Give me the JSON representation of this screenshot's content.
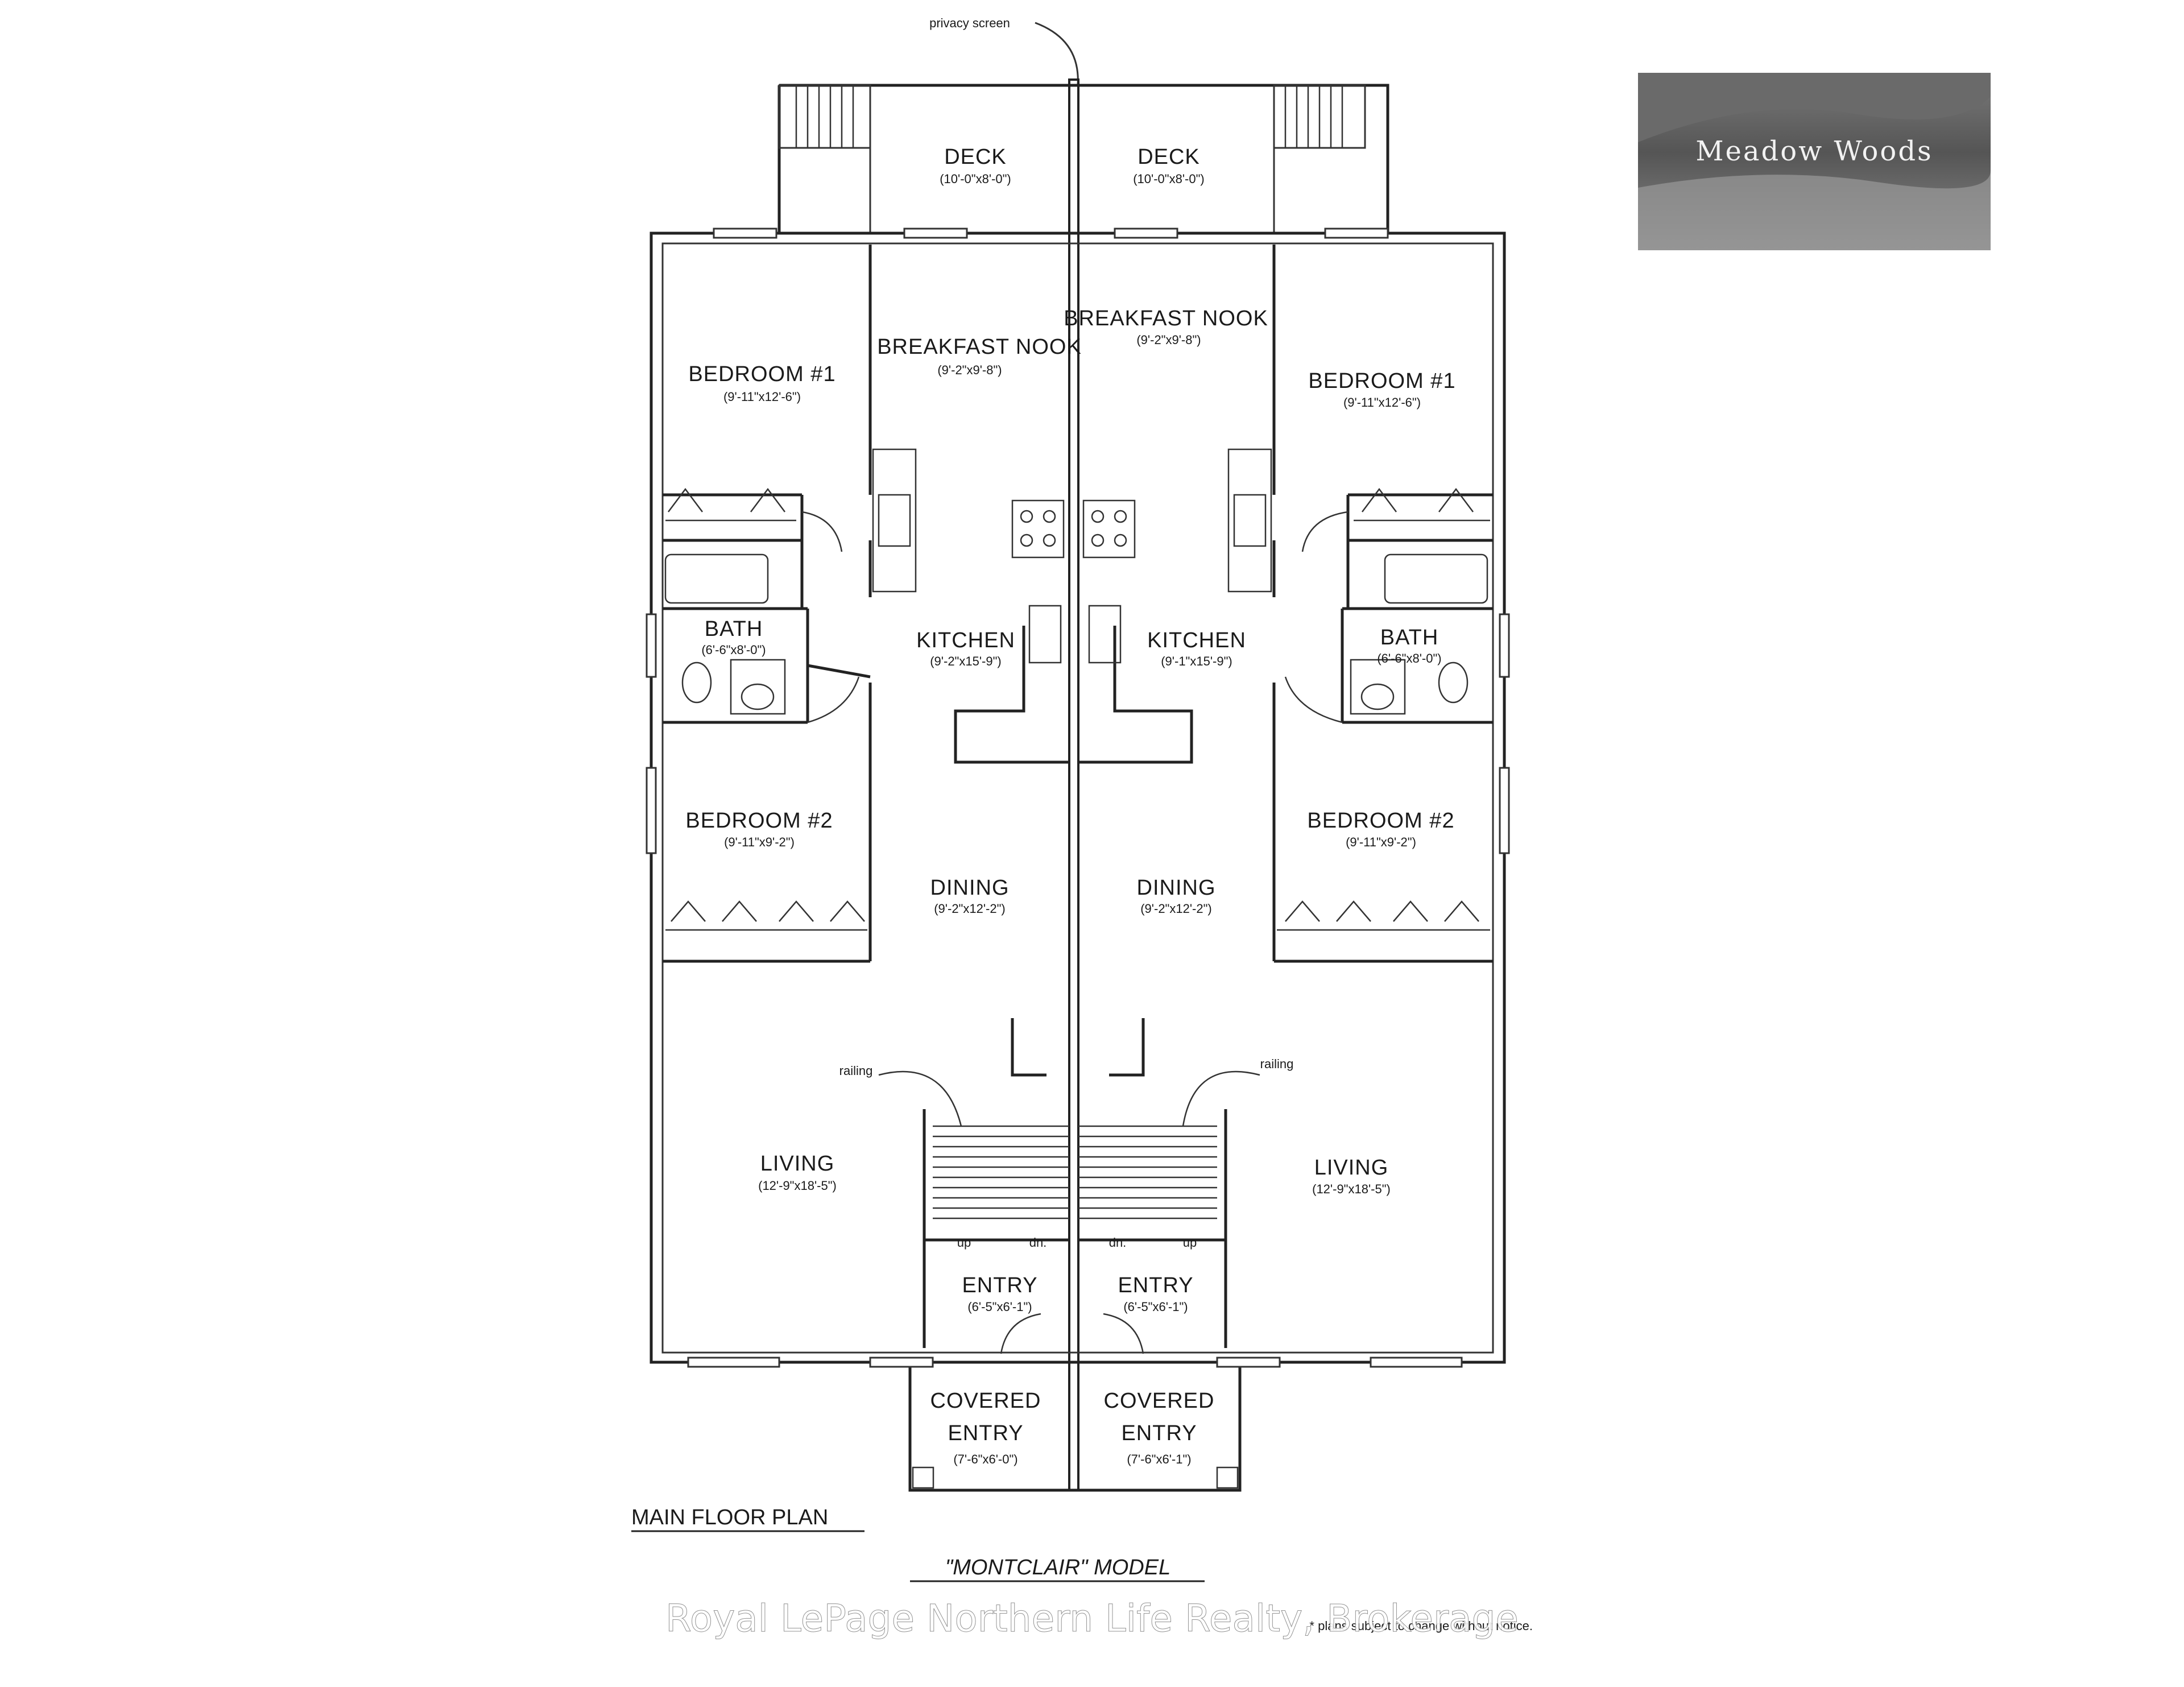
{
  "logo": {
    "text": "Meadow Woods"
  },
  "notes": {
    "privacy_screen": "privacy screen",
    "railing_left": "railing",
    "railing_right": "railing"
  },
  "rooms": {
    "deck_left": {
      "name": "DECK",
      "dim": "(10'-0\"x8'-0\")"
    },
    "deck_right": {
      "name": "DECK",
      "dim": "(10'-0\"x8'-0\")"
    },
    "nook_left": {
      "name": "BREAKFAST NOOK",
      "dim": "(9'-2\"x9'-8\")"
    },
    "nook_right": {
      "name": "BREAKFAST NOOK",
      "dim": "(9'-2\"x9'-8\")"
    },
    "bed1_left": {
      "name": "BEDROOM #1",
      "dim": "(9'-11\"x12'-6\")"
    },
    "bed1_right": {
      "name": "BEDROOM #1",
      "dim": "(9'-11\"x12'-6\")"
    },
    "bath_left": {
      "name": "BATH",
      "dim": "(6'-6\"x8'-0\")"
    },
    "bath_right": {
      "name": "BATH",
      "dim": "(6'-6\"x8'-0\")"
    },
    "kitchen_left": {
      "name": "KITCHEN",
      "dim": "(9'-2\"x15'-9\")"
    },
    "kitchen_right": {
      "name": "KITCHEN",
      "dim": "(9'-1\"x15'-9\")"
    },
    "bed2_left": {
      "name": "BEDROOM #2",
      "dim": "(9'-11\"x9'-2\")"
    },
    "bed2_right": {
      "name": "BEDROOM #2",
      "dim": "(9'-11\"x9'-2\")"
    },
    "dining_left": {
      "name": "DINING",
      "dim": "(9'-2\"x12'-2\")"
    },
    "dining_right": {
      "name": "DINING",
      "dim": "(9'-2\"x12'-2\")"
    },
    "living_left": {
      "name": "LIVING",
      "dim": "(12'-9\"x18'-5\")"
    },
    "living_right": {
      "name": "LIVING",
      "dim": "(12'-9\"x18'-5\")"
    },
    "entry_left": {
      "name": "ENTRY",
      "dim": "(6'-5\"x6'-1\")"
    },
    "entry_right": {
      "name": "ENTRY",
      "dim": "(6'-5\"x6'-1\")"
    },
    "covered_left": {
      "line1": "COVERED",
      "line2": "ENTRY",
      "dim": "(7'-6\"x6'-0\")"
    },
    "covered_right": {
      "line1": "COVERED",
      "line2": "ENTRY",
      "dim": "(7'-6\"x6'-1\")"
    }
  },
  "stairs": {
    "up_left": "up",
    "dn_left": "dn.",
    "dn_right": "dn.",
    "up_right": "up"
  },
  "footer": {
    "plan_title": "MAIN FLOOR PLAN",
    "model": "\"MONTCLAIR\" MODEL",
    "disclaimer": "* plans subject to change without notice.",
    "watermark": "Royal LePage Northern Life Realty, Brokerage"
  }
}
